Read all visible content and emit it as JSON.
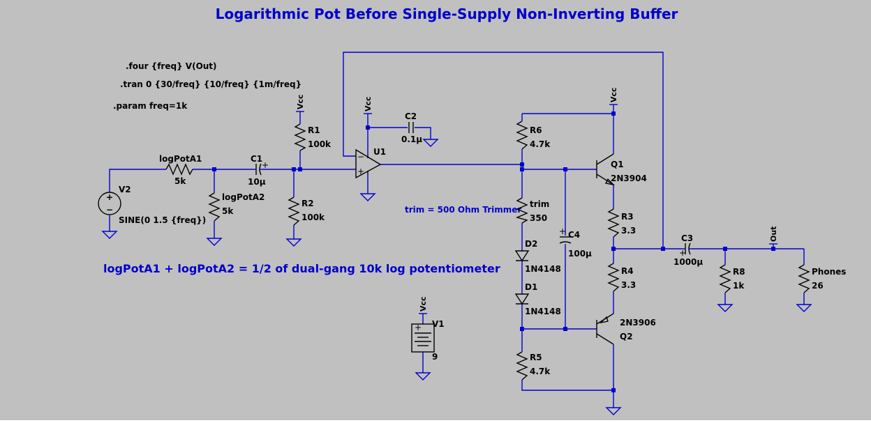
{
  "title": "Logarithmic Pot Before Single-Supply Non-Inverting Buffer",
  "directives": {
    "four": ".four {freq} V(Out)",
    "tran": ".tran 0 {30/freq} {10/freq} {1m/freq}",
    "param": ".param freq=1k"
  },
  "note": "logPotA1 + logPotA2 = 1/2 of dual-gang 10k log potentiometer",
  "trim_note": "trim = 500 Ohm Trimmer",
  "components": {
    "V2": {
      "name": "V2",
      "value": "SINE(0 1.5 {freq})"
    },
    "logPotA1": {
      "name": "logPotA1",
      "value": "5k"
    },
    "logPotA2": {
      "name": "logPotA2",
      "value": "5k"
    },
    "C1": {
      "name": "C1",
      "value": "10µ"
    },
    "R1": {
      "name": "R1",
      "value": "100k"
    },
    "R2": {
      "name": "R2",
      "value": "100k"
    },
    "U1": {
      "name": "U1"
    },
    "C2": {
      "name": "C2",
      "value": "0.1µ"
    },
    "R6": {
      "name": "R6",
      "value": "4.7k"
    },
    "trim": {
      "name": "trim",
      "value": "350"
    },
    "D2": {
      "name": "D2",
      "value": "1N4148"
    },
    "D1": {
      "name": "D1",
      "value": "1N4148"
    },
    "R5": {
      "name": "R5",
      "value": "4.7k"
    },
    "C4": {
      "name": "C4",
      "value": "100µ"
    },
    "Q1": {
      "name": "Q1",
      "value": "2N3904"
    },
    "Q2": {
      "name": "Q2",
      "value": "2N3906"
    },
    "R3": {
      "name": "R3",
      "value": "3.3"
    },
    "R4": {
      "name": "R4",
      "value": "3.3"
    },
    "C3": {
      "name": "C3",
      "value": "1000µ"
    },
    "R8": {
      "name": "R8",
      "value": "1k"
    },
    "Phones": {
      "name": "Phones",
      "value": "26"
    },
    "V1": {
      "name": "V1",
      "value": "9"
    }
  },
  "net_labels": {
    "vcc": "Vcc",
    "out": "Out"
  },
  "polarity": {
    "plus": "+",
    "minus": "−"
  },
  "colors": {
    "wire": "#0000cd",
    "component": "#000000",
    "background": "#c0c0c0",
    "text_blue": "#0000cd"
  }
}
